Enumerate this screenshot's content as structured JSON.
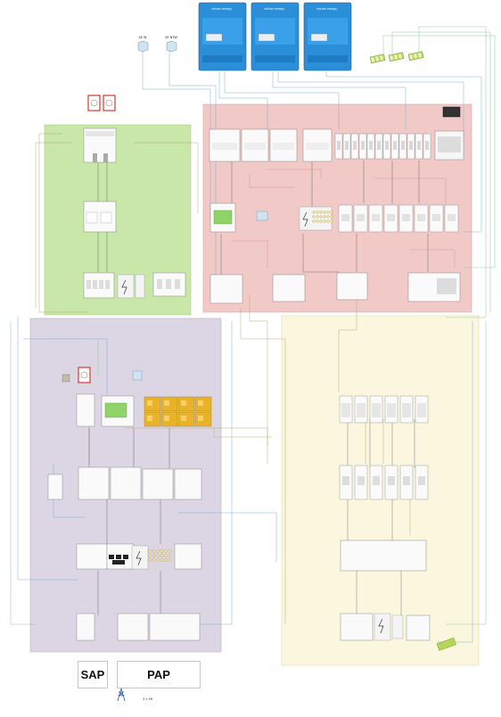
{
  "inverters": [
    {
      "brand": "victron energy"
    },
    {
      "brand": "victron energy"
    },
    {
      "brand": "victron energy"
    }
  ],
  "top_devices": [
    {
      "label": "SE W"
    },
    {
      "label": "SE NTW"
    }
  ],
  "legend": {
    "sap": "SAP",
    "pap": "PAP"
  },
  "grid_source": {
    "icon": "transmission-tower-icon",
    "label": "3 x 56"
  },
  "colors": {
    "green_zone": "#c9e7a8",
    "red_zone": "#f1c9c6",
    "purple_zone": "#dcd5e4",
    "yellow_zone": "#fbf7df",
    "inverter_blue": "#2b8ed8",
    "meter_screen": "#8fd36a",
    "terminal_green": "#b6d65a",
    "yellow_module": "#e8b328",
    "warning_red": "#d63a2a"
  }
}
